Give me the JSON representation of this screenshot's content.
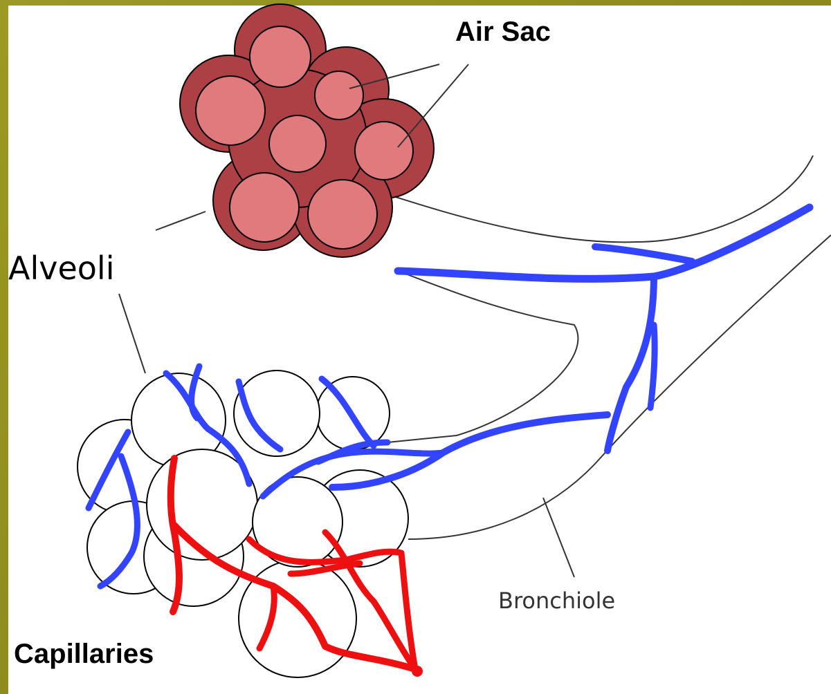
{
  "labels": {
    "air_sac": "Air Sac",
    "alveoli": "Alveoli",
    "bronchiole": "Bronchiole",
    "capillaries": "Capillaries"
  },
  "colors": {
    "air_sac_outer": "#ad4045",
    "alveolus_fill": "#e07a7c",
    "vein_blue": "#3344ff",
    "artery_red": "#ee1010",
    "outline": "#000000",
    "border": "#8a8a1e"
  }
}
